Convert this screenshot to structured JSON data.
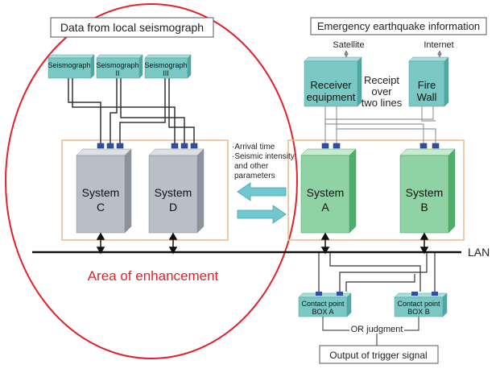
{
  "labels": {
    "local_title": "Data from local seismograph",
    "eei_title": "Emergency earthquake information",
    "satellite": "Satellite",
    "internet": "Internet",
    "receipt": [
      "Receipt",
      "over",
      "two lines"
    ],
    "arrival": [
      "·Arrival time",
      "·Seismic intensity",
      "and other",
      "parameters"
    ],
    "lan": "LAN",
    "enhancement": "Area of enhancement",
    "or_judgment": "OR judgment",
    "output": "Output of trigger signal"
  },
  "seismographs": [
    {
      "line1": "Seismograph",
      "line2": ""
    },
    {
      "line1": "Seismograph",
      "line2": "II"
    },
    {
      "line1": "Seismograph",
      "line2": "III"
    }
  ],
  "receiver": [
    "Receiver",
    "equipment"
  ],
  "firewall": [
    "Fire",
    "Wall"
  ],
  "systems": [
    {
      "id": "C",
      "line1": "System",
      "line2": "C",
      "color": "#b9bec7"
    },
    {
      "id": "D",
      "line1": "System",
      "line2": "D",
      "color": "#b9bec7"
    },
    {
      "id": "A",
      "line1": "System",
      "line2": "A",
      "color": "#8fd3a4"
    },
    {
      "id": "B",
      "line1": "System",
      "line2": "B",
      "color": "#8fd3a4"
    }
  ],
  "contact_points": [
    {
      "line1": "Contact point",
      "line2": "BOX A"
    },
    {
      "line1": "Contact point",
      "line2": "BOX B"
    }
  ],
  "colors": {
    "enhancement": "#e0232b",
    "grey_box": "#b9bec7",
    "green_box": "#8fd3a4",
    "teal_box": "#79c8c4",
    "arrow": "#6fc7cf",
    "area_border": "#e8b98f"
  }
}
